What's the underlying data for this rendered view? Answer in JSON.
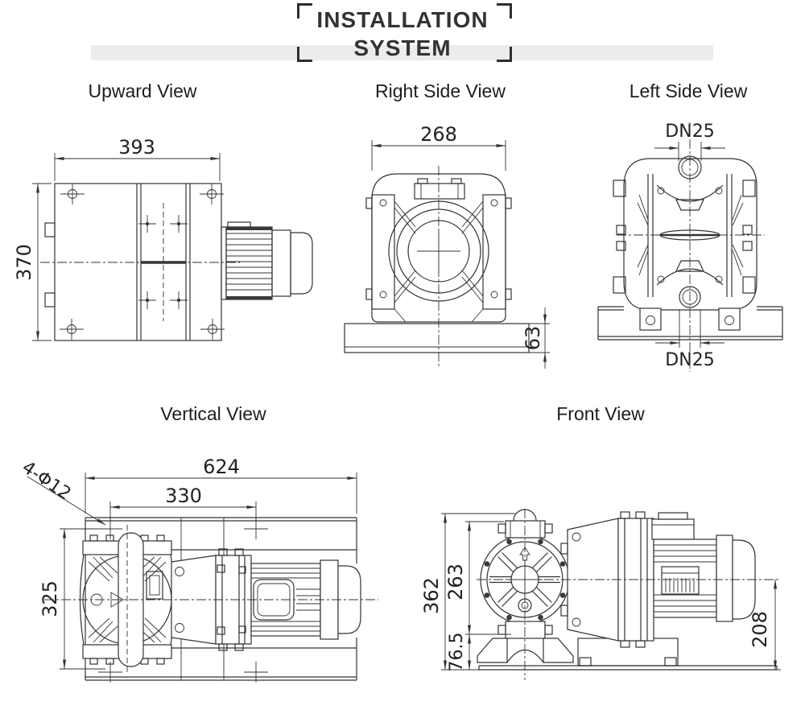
{
  "header": {
    "line1": "INSTALLATION",
    "line2": "SYSTEM"
  },
  "views": {
    "upward": {
      "title": "Upward View",
      "dims": {
        "width": "393",
        "depth": "370"
      }
    },
    "right_side": {
      "title": "Right Side View",
      "dims": {
        "width": "268",
        "base_height": "63"
      }
    },
    "left_side": {
      "title": "Left Side View",
      "dims": {
        "top_port": "DN25",
        "bottom_port": "DN25"
      }
    },
    "vertical": {
      "title": "Vertical View",
      "dims": {
        "total_length": "624",
        "bolt_span": "330",
        "depth": "325",
        "bolt_holes": "4-Φ12"
      }
    },
    "front": {
      "title": "Front View",
      "dims": {
        "total_height": "362",
        "pump_height": "263",
        "base_height": "76.5",
        "shaft_height": "208"
      }
    }
  },
  "colors": {
    "line": "#333333",
    "band": "#ececec",
    "text": "#222222",
    "background": "#ffffff"
  }
}
